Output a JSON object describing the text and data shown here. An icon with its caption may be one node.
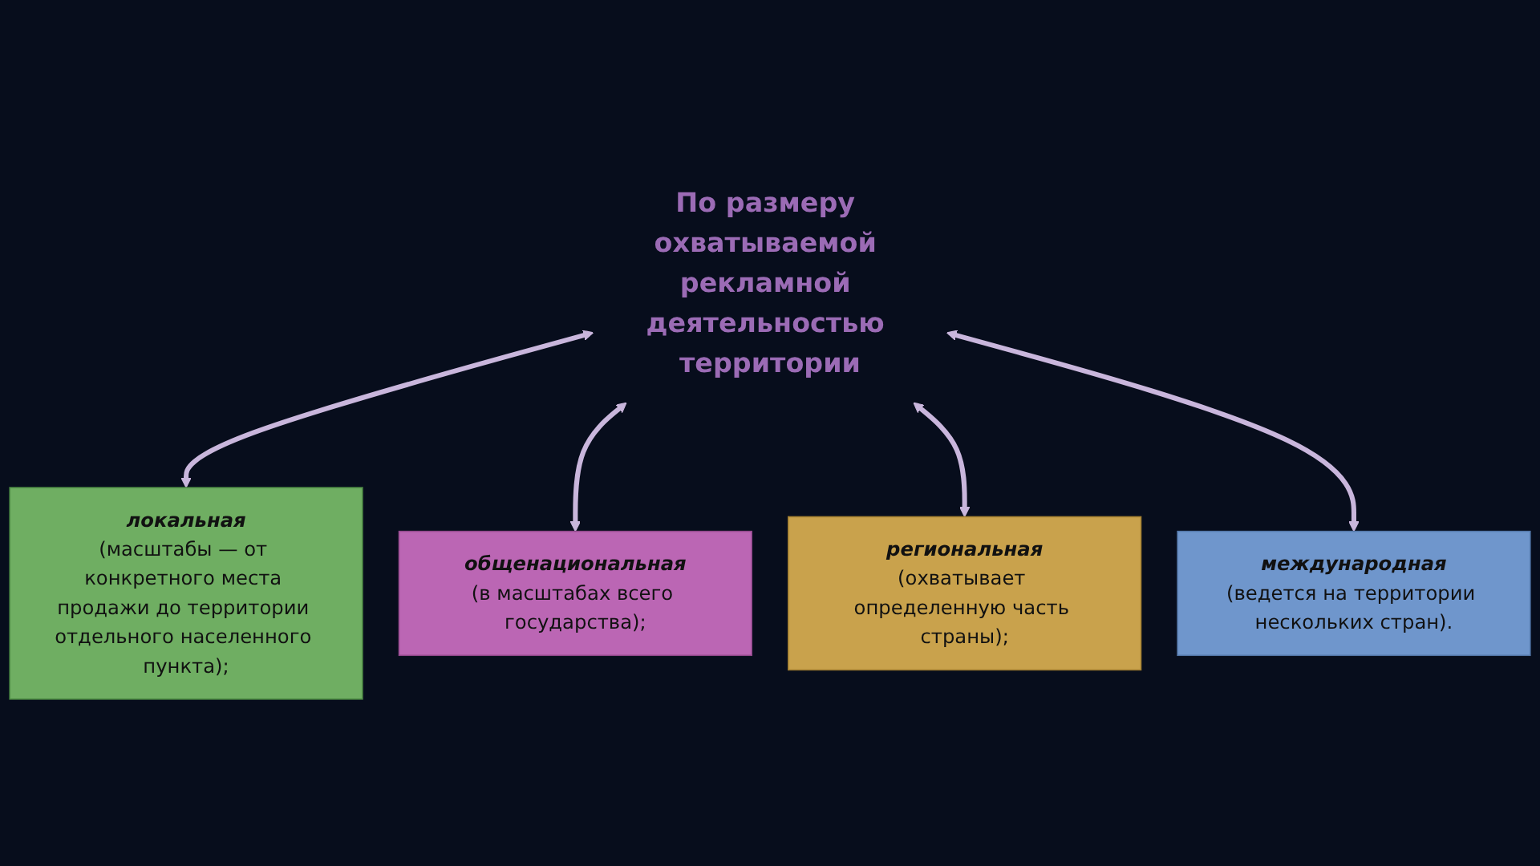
{
  "diagram": {
    "nodes": [
      {
        "text": [
          "По размеру охватываемой рекламной деятельностью территории"
        ]
      },
      {
        "text": [
          "локальная",
          "(масштабы — от конкретного места продажи до территории отдельного населенного пункта);"
        ]
      },
      {
        "text": [
          "общенациональная",
          "(в масштабах всего государства);"
        ]
      },
      {
        "text": [
          "региональная",
          "(охватывает определенную часть страны);"
        ]
      },
      {
        "text": [
          "международная",
          "(ведется на территории нескольких стран)."
        ]
      }
    ],
    "edges": [
      {
        "from": 0,
        "to": 1,
        "arrow": "both"
      },
      {
        "from": 0,
        "to": 2,
        "arrow": "both"
      },
      {
        "from": 0,
        "to": 3,
        "arrow": "both"
      },
      {
        "from": 0,
        "to": 4,
        "arrow": "both"
      }
    ]
  }
}
